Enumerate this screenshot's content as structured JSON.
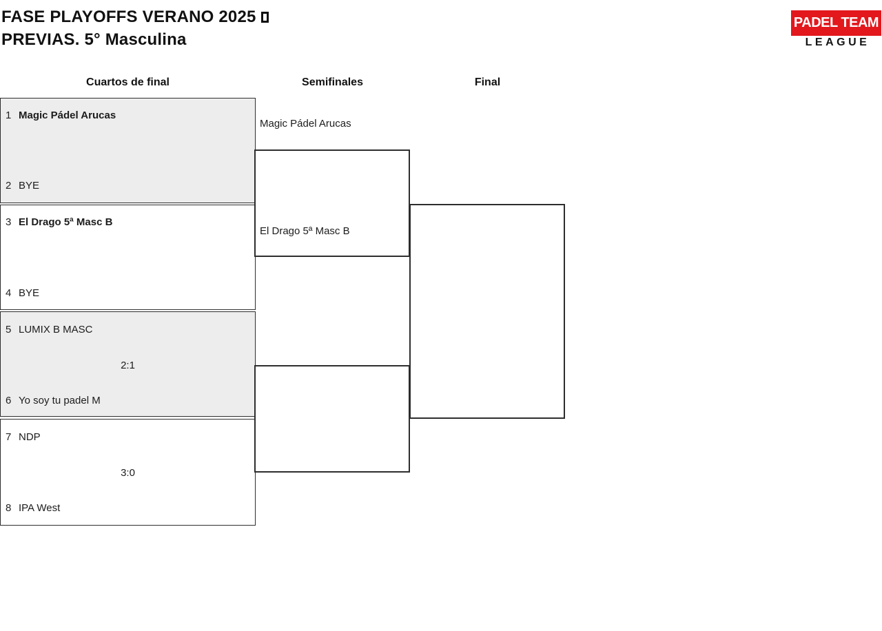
{
  "page": {
    "title_line1": "FASE PLAYOFFS VERANO 2025",
    "title_line2": "PREVIAS. 5° Masculina"
  },
  "logo": {
    "line1": "PADEL TEAM",
    "line2": "LEAGUE",
    "accent_color": "#e2181d"
  },
  "columns": {
    "quarterfinals": "Cuartos de final",
    "semifinals": "Semifinales",
    "final": "Final"
  },
  "bracket": {
    "quarterfinals": [
      {
        "top_seed": "1",
        "top_team": "Magic Pádel Arucas",
        "score": "",
        "bottom_seed": "2",
        "bottom_team": "BYE"
      },
      {
        "top_seed": "3",
        "top_team": "El Drago 5ª Masc B",
        "score": "",
        "bottom_seed": "4",
        "bottom_team": "BYE"
      },
      {
        "top_seed": "5",
        "top_team": "LUMIX B MASC",
        "score": "2:1",
        "bottom_seed": "6",
        "bottom_team": "Yo soy tu padel M"
      },
      {
        "top_seed": "7",
        "top_team": "NDP",
        "score": "3:0",
        "bottom_seed": "8",
        "bottom_team": "IPA West"
      }
    ],
    "semifinals": [
      {
        "top_team": "Magic Pádel Arucas",
        "bottom_team": "El Drago 5ª Masc B"
      },
      {
        "top_team": "",
        "bottom_team": ""
      }
    ],
    "final": {
      "top_team": "",
      "bottom_team": ""
    }
  },
  "colors": {
    "shaded_box": "#ededed",
    "border": "#2d2d2d"
  }
}
